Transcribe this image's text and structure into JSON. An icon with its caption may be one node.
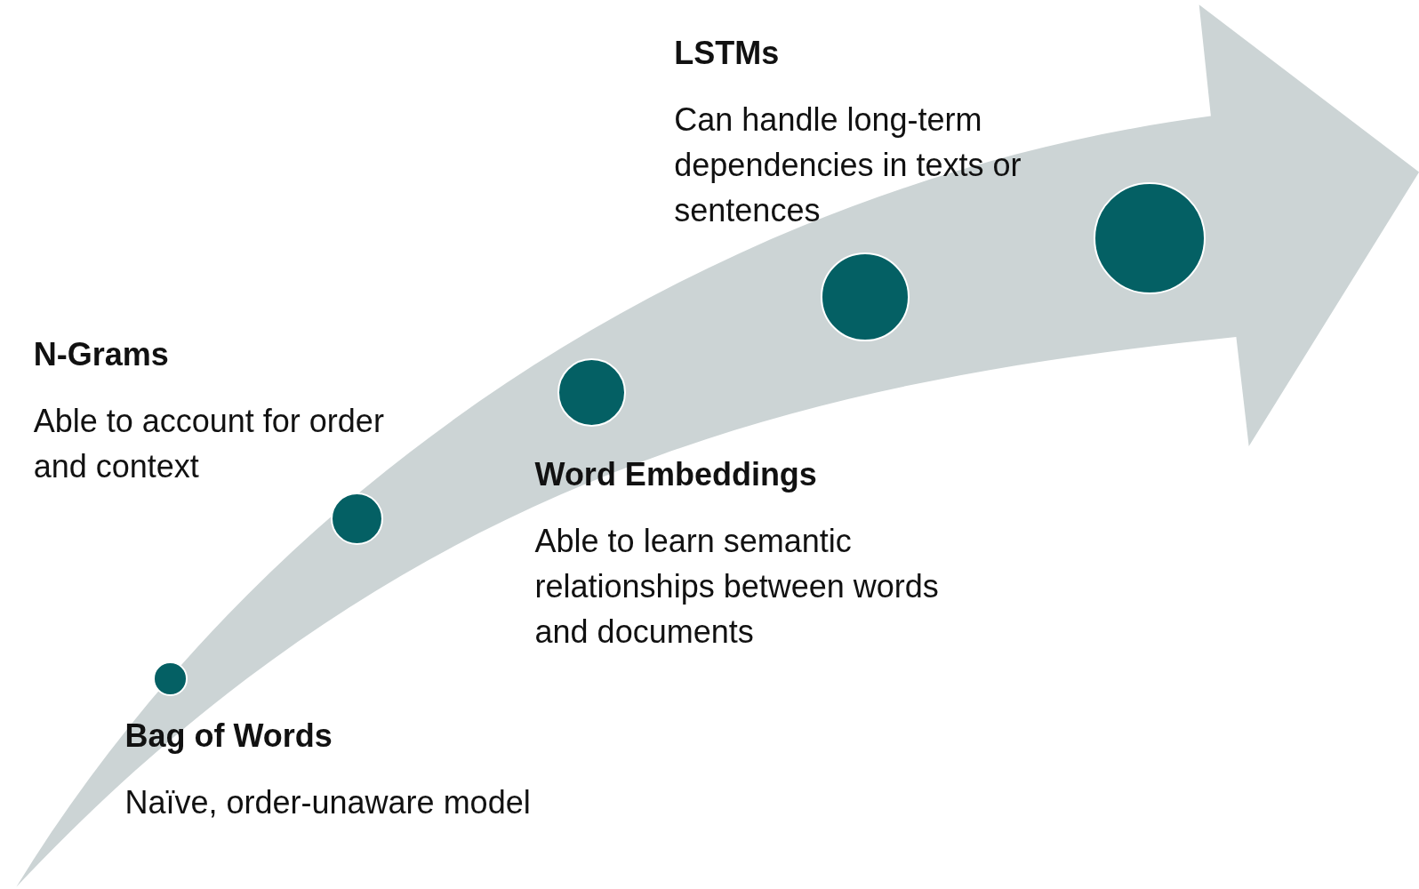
{
  "diagram": {
    "nodes": [
      {
        "text": [],
        "shape": "circle",
        "beside": [
          "Bag of Words",
          "Naïve, order-unaware model"
        ]
      },
      {
        "text": [],
        "shape": "circle",
        "beside": [
          "N-Grams",
          "Able to account for order and context"
        ]
      },
      {
        "text": [],
        "shape": "circle",
        "beside": [
          "Word Embeddings",
          "Able to learn semantic relationships between words and documents"
        ]
      },
      {
        "text": [],
        "shape": "circle",
        "beside": [
          "LSTMs",
          "Can handle long-term dependencies in texts or sentences"
        ]
      },
      {
        "text": [],
        "shape": "circle"
      }
    ]
  }
}
